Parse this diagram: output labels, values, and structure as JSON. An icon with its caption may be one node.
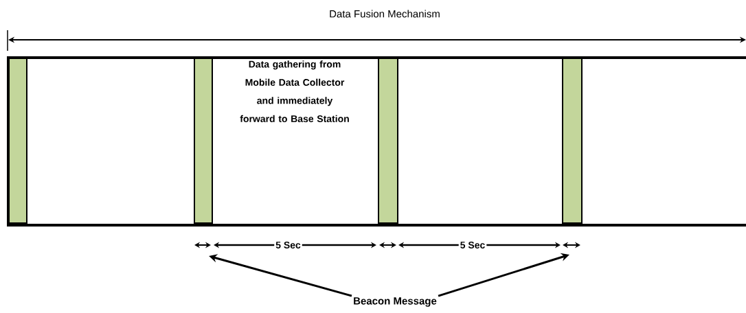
{
  "diagram": {
    "title": "Data Fusion Mechanism",
    "nodes": [
      {
        "text": [],
        "shape": "box"
      },
      {
        "text": [],
        "shape": "bar",
        "in": 0
      },
      {
        "text": [],
        "shape": "bar",
        "in": 0
      },
      {
        "text": [
          "Data gathering from Mobile Data Collector and immediately forward to Base Station"
        ],
        "in": 0
      },
      {
        "text": [],
        "shape": "bar",
        "in": 0
      },
      {
        "text": [],
        "shape": "bar",
        "in": 0
      },
      {
        "text": [
          "Beacon Message"
        ]
      }
    ],
    "edges": [
      {
        "from": 6,
        "to": 2,
        "arrow": "to"
      },
      {
        "from": 6,
        "to": 5,
        "arrow": "to"
      }
    ],
    "labels": [
      "5 Sec",
      "5 Sec"
    ]
  }
}
